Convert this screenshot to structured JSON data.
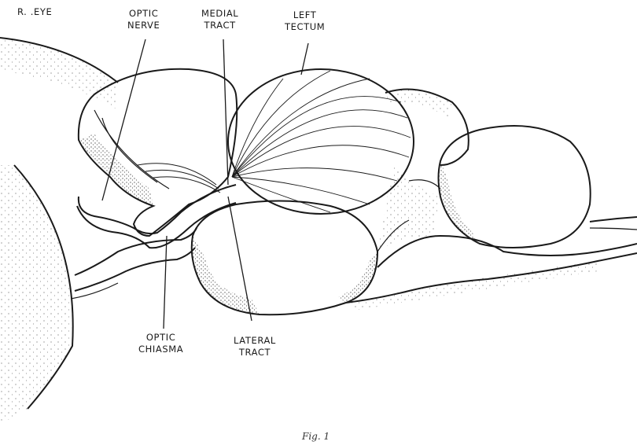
{
  "labels": {
    "r_eye": "R. .EYE",
    "optic_nerve": [
      "OPTIC",
      "NERVE"
    ],
    "medial_tract": [
      "MEDIAL",
      "TRACT"
    ],
    "left_tectum": [
      "LEFT",
      "TECTUM"
    ],
    "optic_chiasma": [
      "OPTIC",
      "CHIASMA"
    ],
    "lateral_tract": [
      "LATERAL",
      "TRACT"
    ]
  },
  "caption": "Fig. 1",
  "colors": {
    "ink": "#1a1a1a",
    "background": "#ffffff"
  }
}
